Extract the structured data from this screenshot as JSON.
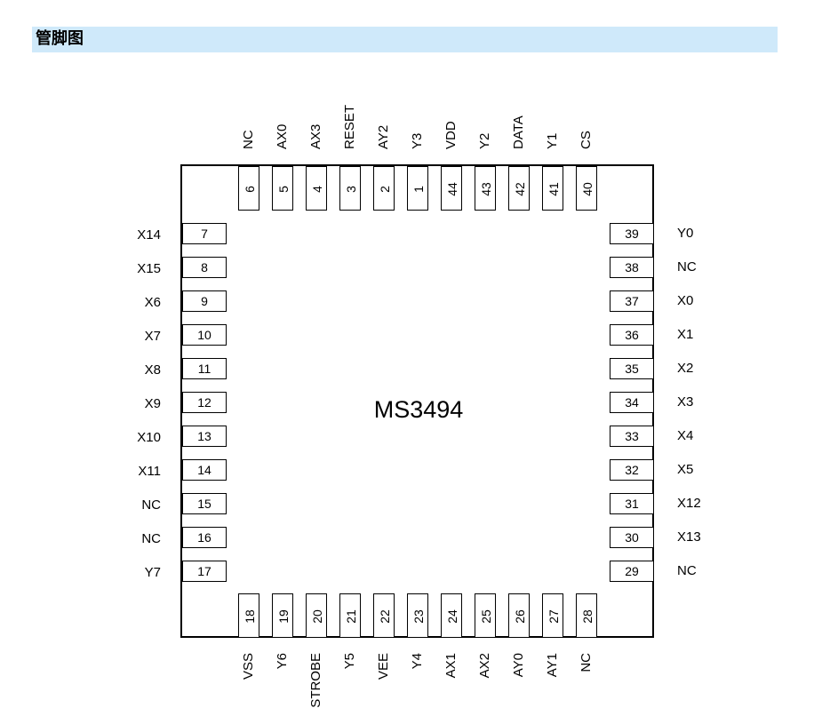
{
  "header": {
    "title": "管脚图"
  },
  "chip": {
    "name": "MS3494"
  },
  "pins": {
    "top": [
      {
        "num": "6",
        "label": "NC"
      },
      {
        "num": "5",
        "label": "AX0"
      },
      {
        "num": "4",
        "label": "AX3"
      },
      {
        "num": "3",
        "label": "RESET"
      },
      {
        "num": "2",
        "label": "AY2"
      },
      {
        "num": "1",
        "label": "Y3"
      },
      {
        "num": "44",
        "label": "VDD"
      },
      {
        "num": "43",
        "label": "Y2"
      },
      {
        "num": "42",
        "label": "DATA"
      },
      {
        "num": "41",
        "label": "Y1"
      },
      {
        "num": "40",
        "label": "CS"
      }
    ],
    "left": [
      {
        "num": "7",
        "label": "X14"
      },
      {
        "num": "8",
        "label": "X15"
      },
      {
        "num": "9",
        "label": "X6"
      },
      {
        "num": "10",
        "label": "X7"
      },
      {
        "num": "11",
        "label": "X8"
      },
      {
        "num": "12",
        "label": "X9"
      },
      {
        "num": "13",
        "label": "X10"
      },
      {
        "num": "14",
        "label": "X11"
      },
      {
        "num": "15",
        "label": "NC"
      },
      {
        "num": "16",
        "label": "NC"
      },
      {
        "num": "17",
        "label": "Y7"
      }
    ],
    "right": [
      {
        "num": "39",
        "label": "Y0"
      },
      {
        "num": "38",
        "label": "NC"
      },
      {
        "num": "37",
        "label": "X0"
      },
      {
        "num": "36",
        "label": "X1"
      },
      {
        "num": "35",
        "label": "X2"
      },
      {
        "num": "34",
        "label": "X3"
      },
      {
        "num": "33",
        "label": "X4"
      },
      {
        "num": "32",
        "label": "X5"
      },
      {
        "num": "31",
        "label": "X12"
      },
      {
        "num": "30",
        "label": "X13"
      },
      {
        "num": "29",
        "label": "NC"
      }
    ],
    "bottom": [
      {
        "num": "18",
        "label": "VSS"
      },
      {
        "num": "19",
        "label": "Y6"
      },
      {
        "num": "20",
        "label": "STROBE"
      },
      {
        "num": "21",
        "label": "Y5"
      },
      {
        "num": "22",
        "label": "VEE"
      },
      {
        "num": "23",
        "label": "Y4"
      },
      {
        "num": "24",
        "label": "AX1"
      },
      {
        "num": "25",
        "label": "AX2"
      },
      {
        "num": "26",
        "label": "AY0"
      },
      {
        "num": "27",
        "label": "AY1"
      },
      {
        "num": "28",
        "label": "NC"
      }
    ]
  }
}
